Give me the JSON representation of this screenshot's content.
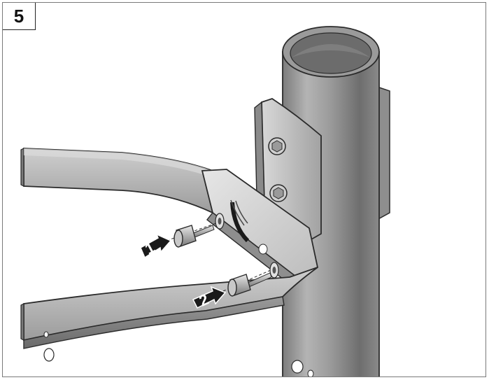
{
  "step_number": "5",
  "callouts": [
    {
      "label": "1"
    },
    {
      "label": "2"
    }
  ],
  "colors": {
    "metal_light": "#d6d6d6",
    "metal_mid": "#a8a8a8",
    "metal_dark": "#6e6e6e",
    "outline": "#2b2b2b",
    "callout_fill": "#1a1a1a"
  }
}
